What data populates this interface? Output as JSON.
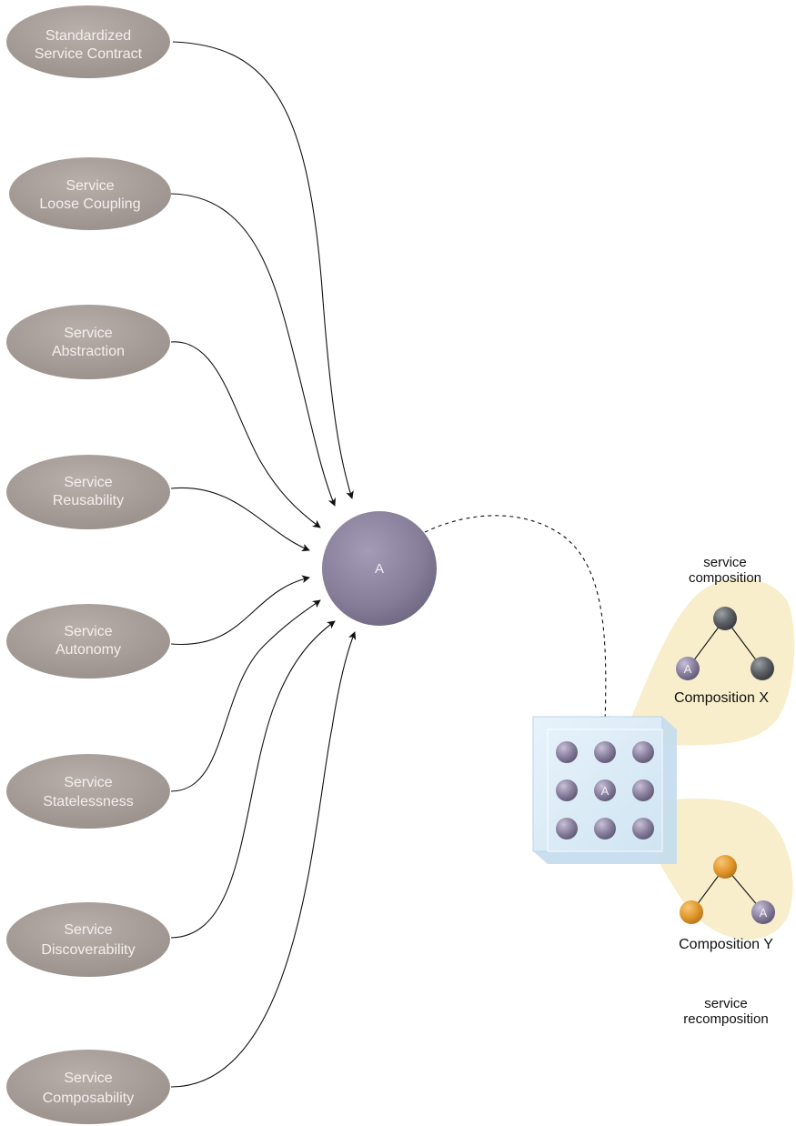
{
  "principles": [
    {
      "line1": "Standardized",
      "line2": "Service Contract"
    },
    {
      "line1": "Service",
      "line2": "Loose Coupling"
    },
    {
      "line1": "Service",
      "line2": "Abstraction"
    },
    {
      "line1": "Service",
      "line2": "Reusability"
    },
    {
      "line1": "Service",
      "line2": "Autonomy"
    },
    {
      "line1": "Service",
      "line2": "Statelessness"
    },
    {
      "line1": "Service",
      "line2": "Discoverability"
    },
    {
      "line1": "Service",
      "line2": "Composability"
    }
  ],
  "hub": {
    "label": "A"
  },
  "inventory": {
    "highlight_label": "A"
  },
  "composition_x": {
    "caption_line1": "service",
    "caption_line2": "composition",
    "title": "Composition X",
    "member_label": "A"
  },
  "composition_y": {
    "title": "Composition Y",
    "member_label": "A",
    "caption_line1": "service",
    "caption_line2": "recomposition"
  },
  "colors": {
    "principle_fill": "#a99f9a",
    "service_purple": "#8c84a0",
    "service_dark": "#5c5f63",
    "service_orange": "#e39a2e",
    "composition_bg": "#f8eecb",
    "inventory_glass": "#d6e9f5"
  }
}
